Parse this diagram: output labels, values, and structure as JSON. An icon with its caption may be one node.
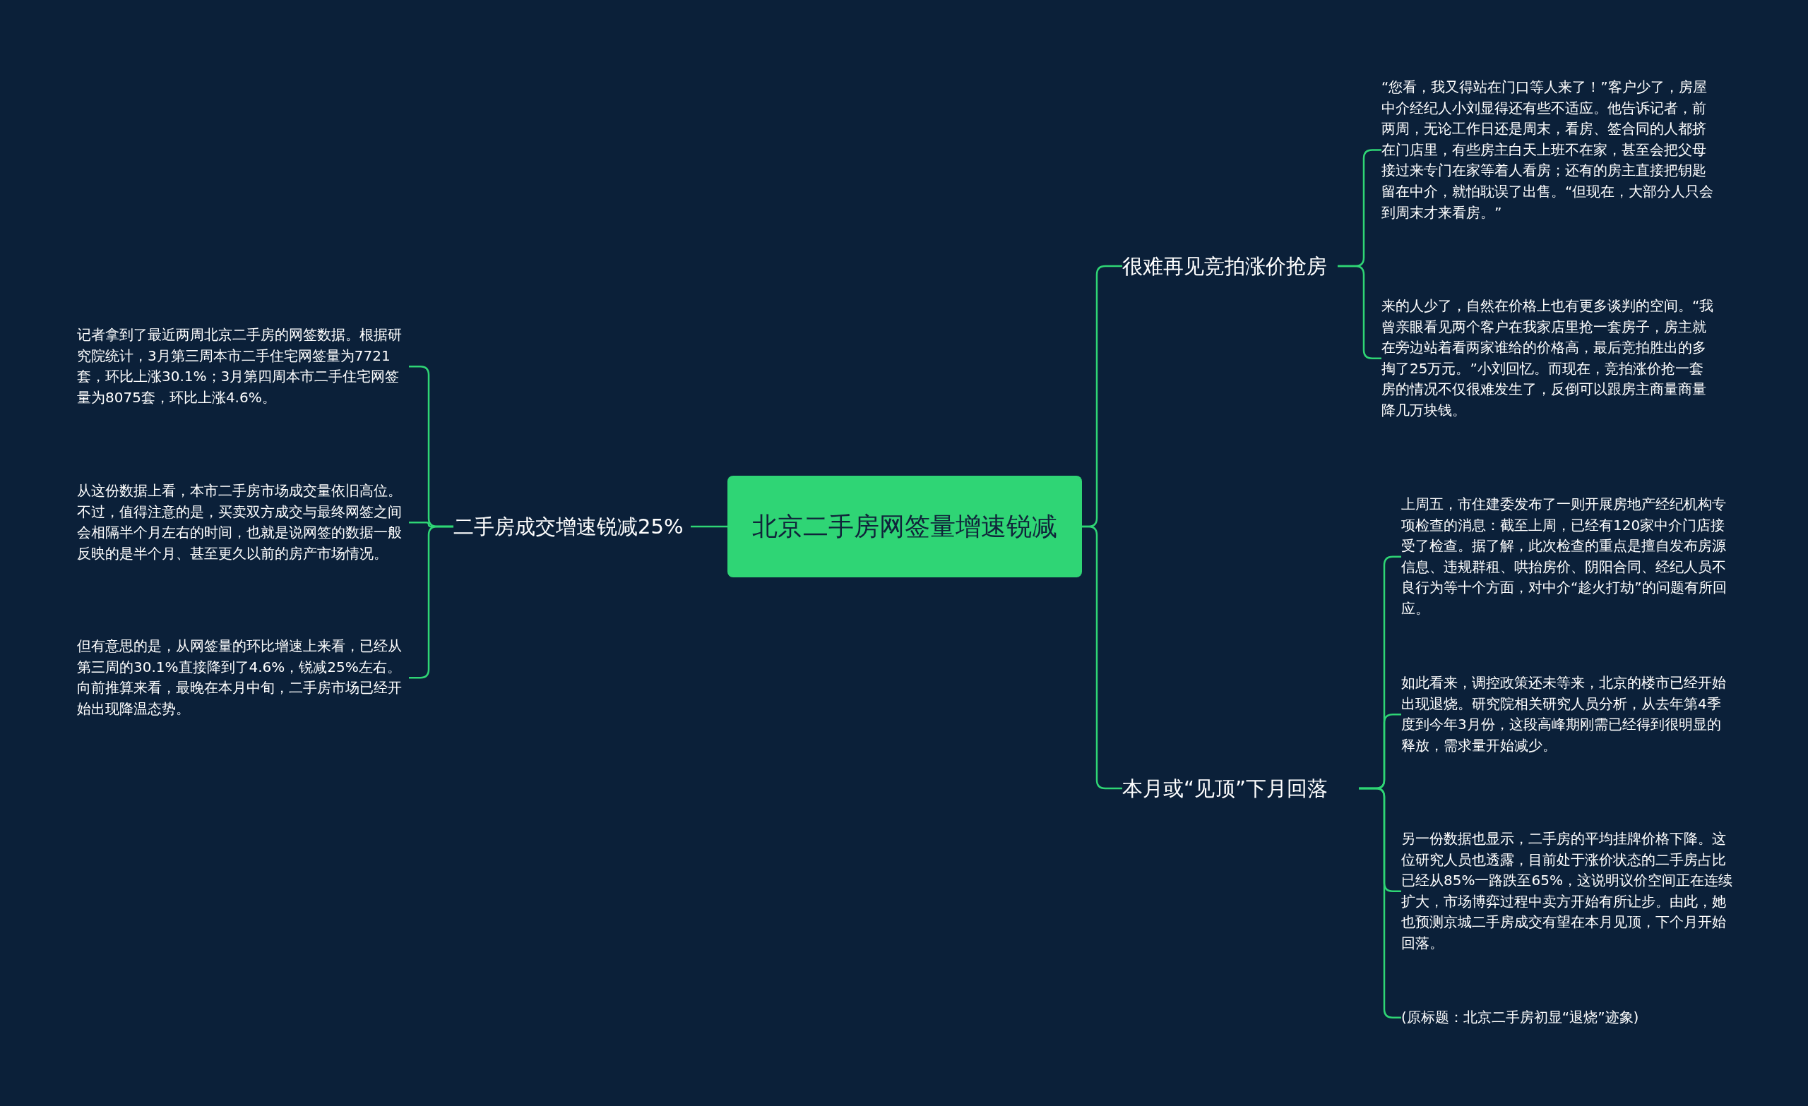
{
  "diagram": {
    "nodes": [
      {
        "text": [
          "北京二手房网签量增速锐减"
        ]
      },
      {
        "text": [
          "二手房成交增速锐减25%"
        ]
      },
      {
        "text": [
          "记者拿到了最近两周北京二手房的网签数据。根据研究院统计，3月第三周本市二手住宅网签量为7721套，环比上涨30.1%；3月第四周本市二手住宅网签量为8075套，环比上涨4.6%。"
        ]
      },
      {
        "text": [
          "从这份数据上看，本市二手房市场成交量依旧高位。不过，值得注意的是，买卖双方成交与最终网签之间会相隔半个月左右的时间，也就是说网签的数据一般反映的是半个月、甚至更久以前的房产市场情况。"
        ]
      },
      {
        "text": [
          "但有意思的是，从网签量的环比增速上来看，已经从第三周的30.1%直接降到了4.6%，锐减25%左右。向前推算来看，最晚在本月中旬，二手房市场已经开始出现降温态势。"
        ]
      },
      {
        "text": [
          "很难再见竞拍涨价抢房"
        ]
      },
      {
        "text": [
          "“您看，我又得站在门口等人来了！”客户少了，房屋中介经纪人小刘显得还有些不适应。他告诉记者，前两周，无论工作日还是周末，看房、签合同的人都挤在门店里，有些房主白天上班不在家，甚至会把父母接过来专门在家等着人看房；还有的房主直接把钥匙留在中介，就怕耽误了出售。“但现在，大部分人只会到周末才来看房。”"
        ]
      },
      {
        "text": [
          "来的人少了，自然在价格上也有更多谈判的空间。“我曾亲眼看见两个客户在我家店里抢一套房子，房主就在旁边站着看两家谁给的价格高，最后竞拍胜出的多掏了25万元。”小刘回忆。而现在，竞拍涨价抢一套房的情况不仅很难发生了，反倒可以跟房主商量商量降几万块钱。"
        ]
      },
      {
        "text": [
          "本月或“见顶”下月回落"
        ]
      },
      {
        "text": [
          "上周五，市住建委发布了一则开展房地产经纪机构专项检查的消息：截至上周，已经有120家中介门店接受了检查。据了解，此次检查的重点是擅自发布房源信息、违规群租、哄抬房价、阴阳合同、经纪人员不良行为等十个方面，对中介“趁火打劫”的问题有所回应。"
        ]
      },
      {
        "text": [
          "如此看来，调控政策还未等来，北京的楼市已经开始出现退烧。研究院相关研究人员分析，从去年第4季度到今年3月份，这段高峰期刚需已经得到很明显的释放，需求量开始减少。"
        ]
      },
      {
        "text": [
          "另一份数据也显示，二手房的平均挂牌价格下降。这位研究人员也透露，目前处于涨价状态的二手房占比已经从85%一路跌至65%，这说明议价空间正在连续扩大，市场博弈过程中卖方开始有所让步。由此，她也预测京城二手房成交有望在本月见顶，下个月开始回落。"
        ]
      },
      {
        "text": [
          "(原标题：北京二手房初显“退烧”迹象)"
        ]
      }
    ],
    "edges": [
      {
        "from": 0,
        "to": 1,
        "arrow": "none"
      },
      {
        "from": 1,
        "to": 2,
        "arrow": "none"
      },
      {
        "from": 1,
        "to": 3,
        "arrow": "none"
      },
      {
        "from": 1,
        "to": 4,
        "arrow": "none"
      },
      {
        "from": 0,
        "to": 5,
        "arrow": "none"
      },
      {
        "from": 5,
        "to": 6,
        "arrow": "none"
      },
      {
        "from": 5,
        "to": 7,
        "arrow": "none"
      },
      {
        "from": 0,
        "to": 8,
        "arrow": "none"
      },
      {
        "from": 8,
        "to": 9,
        "arrow": "none"
      },
      {
        "from": 8,
        "to": 10,
        "arrow": "none"
      },
      {
        "from": 8,
        "to": 11,
        "arrow": "none"
      },
      {
        "from": 8,
        "to": 12,
        "arrow": "none"
      }
    ]
  }
}
